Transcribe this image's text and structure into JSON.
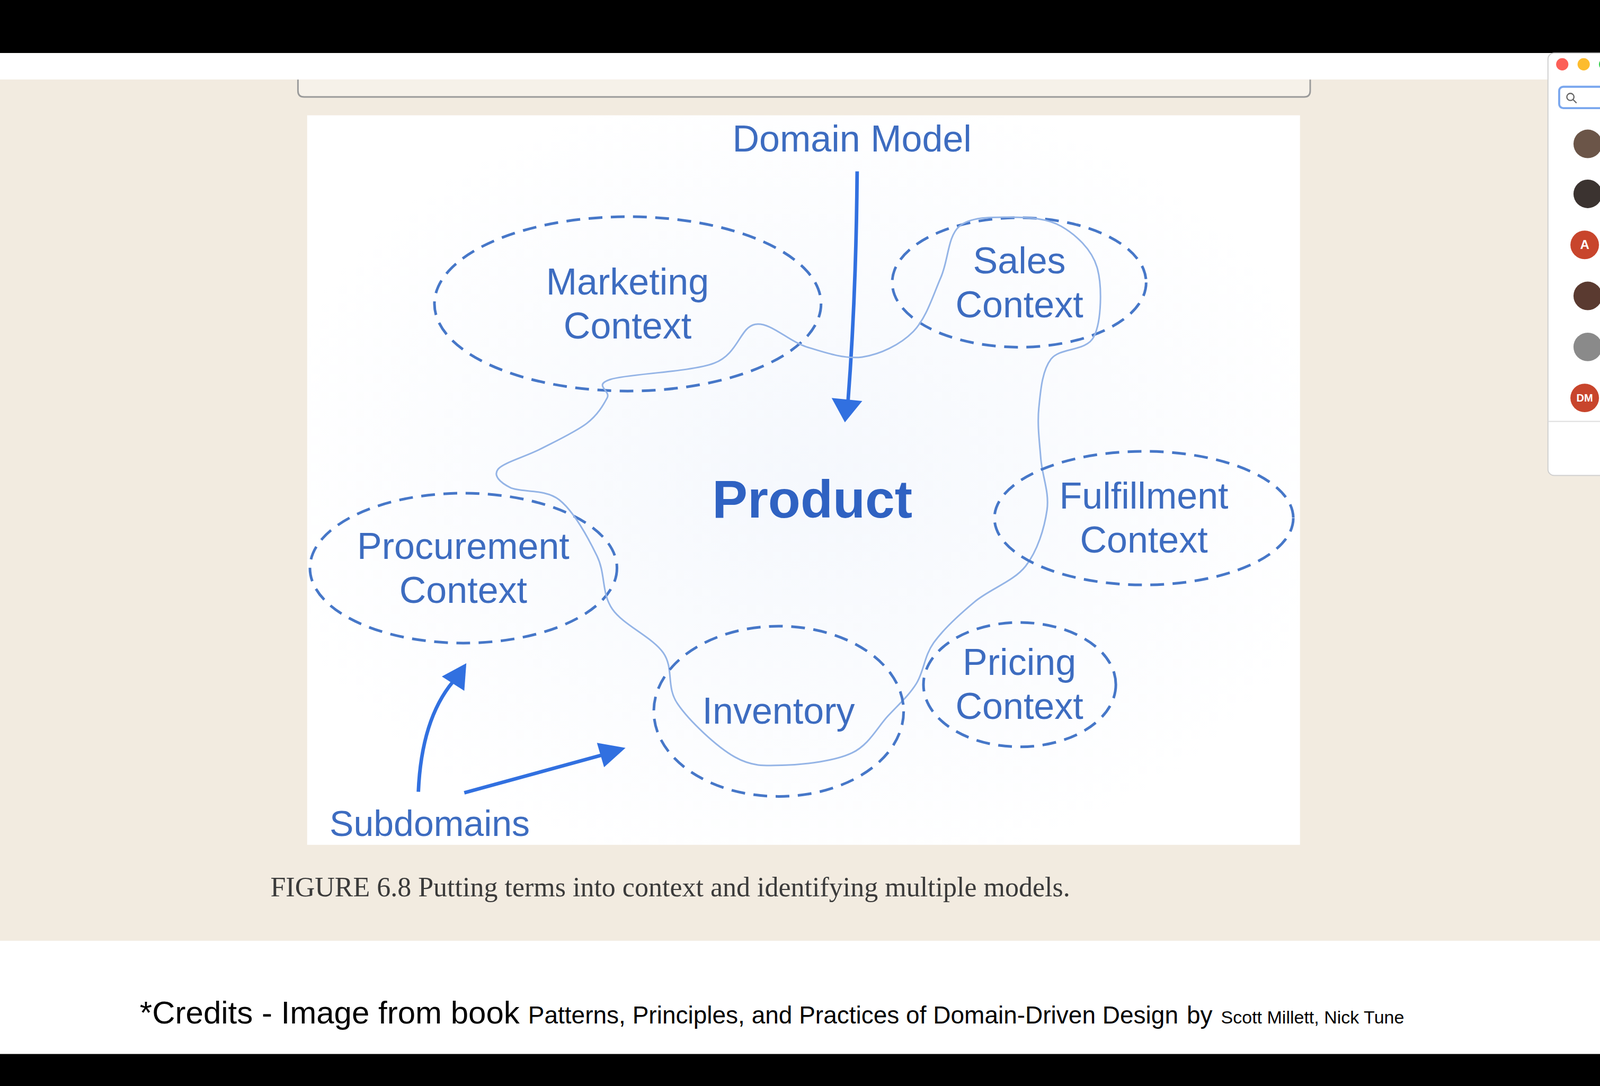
{
  "diagram": {
    "caption": "FIGURE 6.8 Putting terms into context and identifying multiple models.",
    "nodes": [
      {
        "text": [
          "Marketing Context"
        ]
      },
      {
        "text": [
          "Sales Context"
        ]
      },
      {
        "text": [
          "Procurement Context"
        ]
      },
      {
        "text": [
          "Product"
        ]
      },
      {
        "text": [
          "Fulfillment Context"
        ]
      },
      {
        "text": [
          "Inventory"
        ]
      },
      {
        "text": [
          "Pricing Context"
        ]
      }
    ],
    "labels": [
      "Domain Model",
      "Subdomains",
      "*Credits - Image from book",
      "Patterns, Principles, and Practices of Domain-Driven Design",
      "by",
      "Scott Millett, Nick Tune",
      "A",
      "DM"
    ]
  }
}
